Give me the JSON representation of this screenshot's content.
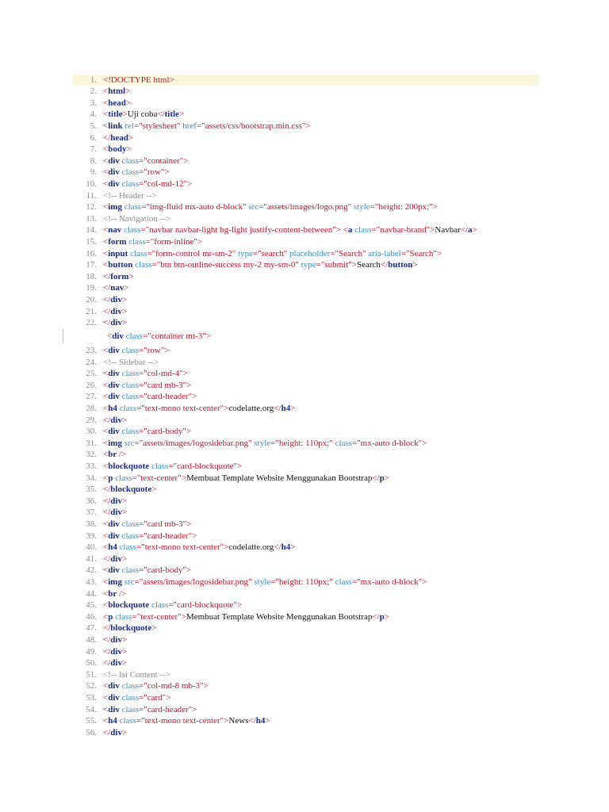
{
  "lines": [
    {
      "num": "1.",
      "text": "<!DOCTYPE html>"
    },
    {
      "num": "2.",
      "text": "<html>"
    },
    {
      "num": "3.",
      "text": "<head>"
    },
    {
      "num": "4.",
      "text": "<title>Uji coba</title>"
    },
    {
      "num": "5.",
      "text": "<link rel=\"stylesheet\" href=\"assets/css/bootstrap.min.css\">"
    },
    {
      "num": "6.",
      "text": "</head>"
    },
    {
      "num": "7.",
      "text": "<body>"
    },
    {
      "num": "8.",
      "text": "<div class=\"container\">"
    },
    {
      "num": "9.",
      "text": "<div class=\"row\">"
    },
    {
      "num": "10.",
      "text": "<div class=\"col-md-12\">"
    },
    {
      "num": "11.",
      "text": "<!-- Header -->"
    },
    {
      "num": "12.",
      "text": "<img class=\"img-fluid mx-auto d-block\" src=\"assets/images/logo.png\" style=\"height: 200px;\">"
    },
    {
      "num": "13.",
      "text": "<!-- Navigation -->"
    },
    {
      "num": "14.",
      "text": "<nav class=\"navbar navbar-light bg-light justify-content-between\"> <a class=\"navbar-brand\">Navbar</a>"
    },
    {
      "num": "15.",
      "text": "<form class=\"form-inline\">"
    },
    {
      "num": "16.",
      "text": "<input class=\"form-control mr-sm-2\" type=\"search\" placeholder=\"Search\" aria-label=\"Search\">"
    },
    {
      "num": "17.",
      "text": "<button class=\"btn btn-outline-success my-2 my-sm-0\" type=\"submit\">Search</button>"
    },
    {
      "num": "18.",
      "text": "</form>"
    },
    {
      "num": "19.",
      "text": "</nav>"
    },
    {
      "num": "20.",
      "text": "</div>"
    },
    {
      "num": "21.",
      "text": "</div>"
    },
    {
      "num": "22.",
      "text": "</div>"
    },
    {
      "num": "",
      "text": "<div class=\"container mt-3\">"
    },
    {
      "num": "23.",
      "text": "<div class=\"row\">"
    },
    {
      "num": "24.",
      "text": "<!-- Sidebar -->"
    },
    {
      "num": "25.",
      "text": "<div class=\"col-md-4\">"
    },
    {
      "num": "26.",
      "text": "<div class=\"card mb-3\">"
    },
    {
      "num": "27.",
      "text": "<div class=\"card-header\">"
    },
    {
      "num": "28.",
      "text": "<h4 class=\"text-mono text-center\">codelatte.org</h4>"
    },
    {
      "num": "29.",
      "text": "</div>"
    },
    {
      "num": "30.",
      "text": "<div class=\"card-body\">"
    },
    {
      "num": "31.",
      "text": "<img src=\"assets/images/logosidebar.png\" style=\"height: 110px;\" class=\"mx-auto d-block\">"
    },
    {
      "num": "32.",
      "text": "<br />"
    },
    {
      "num": "33.",
      "text": "<blockquote class=\"card-blockquote\">"
    },
    {
      "num": "34.",
      "text": "<p class=\"text-center\">Membuat Template Website Menggunakan Bootstrap</p>"
    },
    {
      "num": "35.",
      "text": "</blockquote>"
    },
    {
      "num": "36.",
      "text": "</div>"
    },
    {
      "num": "37.",
      "text": "</div>"
    },
    {
      "num": "38.",
      "text": "<div class=\"card mb-3\">"
    },
    {
      "num": "39.",
      "text": "<div class=\"card-header\">"
    },
    {
      "num": "40.",
      "text": "<h4 class=\"text-mono text-center\">codelatte.org</h4>"
    },
    {
      "num": "41.",
      "text": "</div>"
    },
    {
      "num": "42.",
      "text": "<div class=\"card-body\">"
    },
    {
      "num": "43.",
      "text": "<img src=\"assets/images/logosidebar.png\" style=\"height: 110px;\" class=\"mx-auto d-block\">"
    },
    {
      "num": "44.",
      "text": "<br />"
    },
    {
      "num": "45.",
      "text": "<blockquote class=\"card-blockquote\">"
    },
    {
      "num": "46.",
      "text": "<p class=\"text-center\">Membuat Template Website Menggunakan Bootstrap</p>"
    },
    {
      "num": "47.",
      "text": "</blockquote>"
    },
    {
      "num": "48.",
      "text": "</div>"
    },
    {
      "num": "49.",
      "text": "</div>"
    },
    {
      "num": "50.",
      "text": "</div>"
    },
    {
      "num": "51.",
      "text": "<!-- Isi Content -->"
    },
    {
      "num": "52.",
      "text": "<div class=\"col-md-8 mb-3\">"
    },
    {
      "num": "53.",
      "text": "<div class=\"card\">"
    },
    {
      "num": "54.",
      "text": "<div class=\"card-header\">"
    },
    {
      "num": "55.",
      "text": "<h4 class=\"text-mono text-center\">News</h4>"
    },
    {
      "num": "56.",
      "text": "</div>"
    }
  ],
  "colors": {
    "bracket": "#c0142c",
    "tag": "#1b2a8a",
    "attribute": "#3a8fc8",
    "string": "#c0142c",
    "comment": "#8a8a8a",
    "line_number": "#8a8a8a",
    "highlight": "#fbf7dc"
  }
}
